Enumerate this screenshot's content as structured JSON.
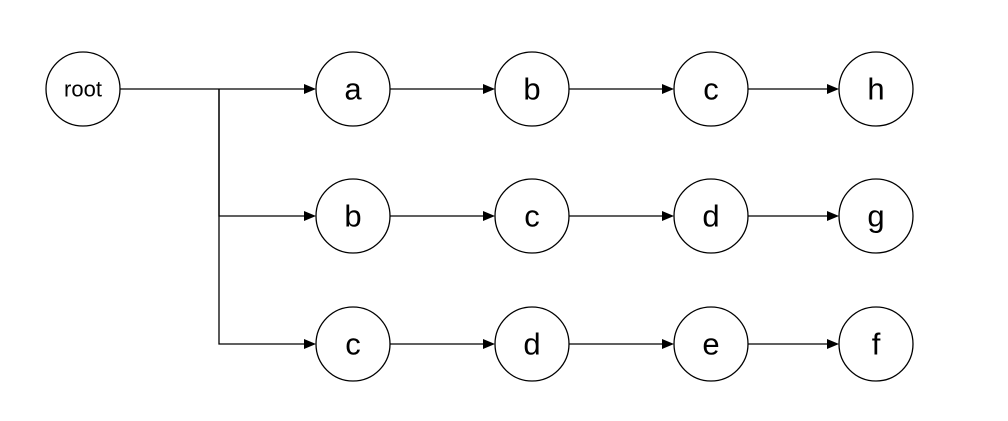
{
  "diagram": {
    "type": "tree",
    "root": {
      "id": "root",
      "label": "root"
    },
    "rows": [
      {
        "nodes": [
          {
            "id": "r0c0",
            "label": "a"
          },
          {
            "id": "r0c1",
            "label": "b"
          },
          {
            "id": "r0c2",
            "label": "c"
          },
          {
            "id": "r0c3",
            "label": "h"
          }
        ]
      },
      {
        "nodes": [
          {
            "id": "r1c0",
            "label": "b"
          },
          {
            "id": "r1c1",
            "label": "c"
          },
          {
            "id": "r1c2",
            "label": "d"
          },
          {
            "id": "r1c3",
            "label": "g"
          }
        ]
      },
      {
        "nodes": [
          {
            "id": "r2c0",
            "label": "c"
          },
          {
            "id": "r2c1",
            "label": "d"
          },
          {
            "id": "r2c2",
            "label": "e"
          },
          {
            "id": "r2c3",
            "label": "f"
          }
        ]
      }
    ],
    "edges": [
      {
        "from": "root",
        "to": "r0c0"
      },
      {
        "from": "root",
        "to": "r1c0"
      },
      {
        "from": "root",
        "to": "r2c0"
      },
      {
        "from": "r0c0",
        "to": "r0c1"
      },
      {
        "from": "r0c1",
        "to": "r0c2"
      },
      {
        "from": "r0c2",
        "to": "r0c3"
      },
      {
        "from": "r1c0",
        "to": "r1c1"
      },
      {
        "from": "r1c1",
        "to": "r1c2"
      },
      {
        "from": "r1c2",
        "to": "r1c3"
      },
      {
        "from": "r2c0",
        "to": "r2c1"
      },
      {
        "from": "r2c1",
        "to": "r2c2"
      },
      {
        "from": "r2c2",
        "to": "r2c3"
      }
    ],
    "colors": {
      "stroke": "#000000",
      "fill": "#ffffff",
      "background": "#ffffff"
    }
  }
}
